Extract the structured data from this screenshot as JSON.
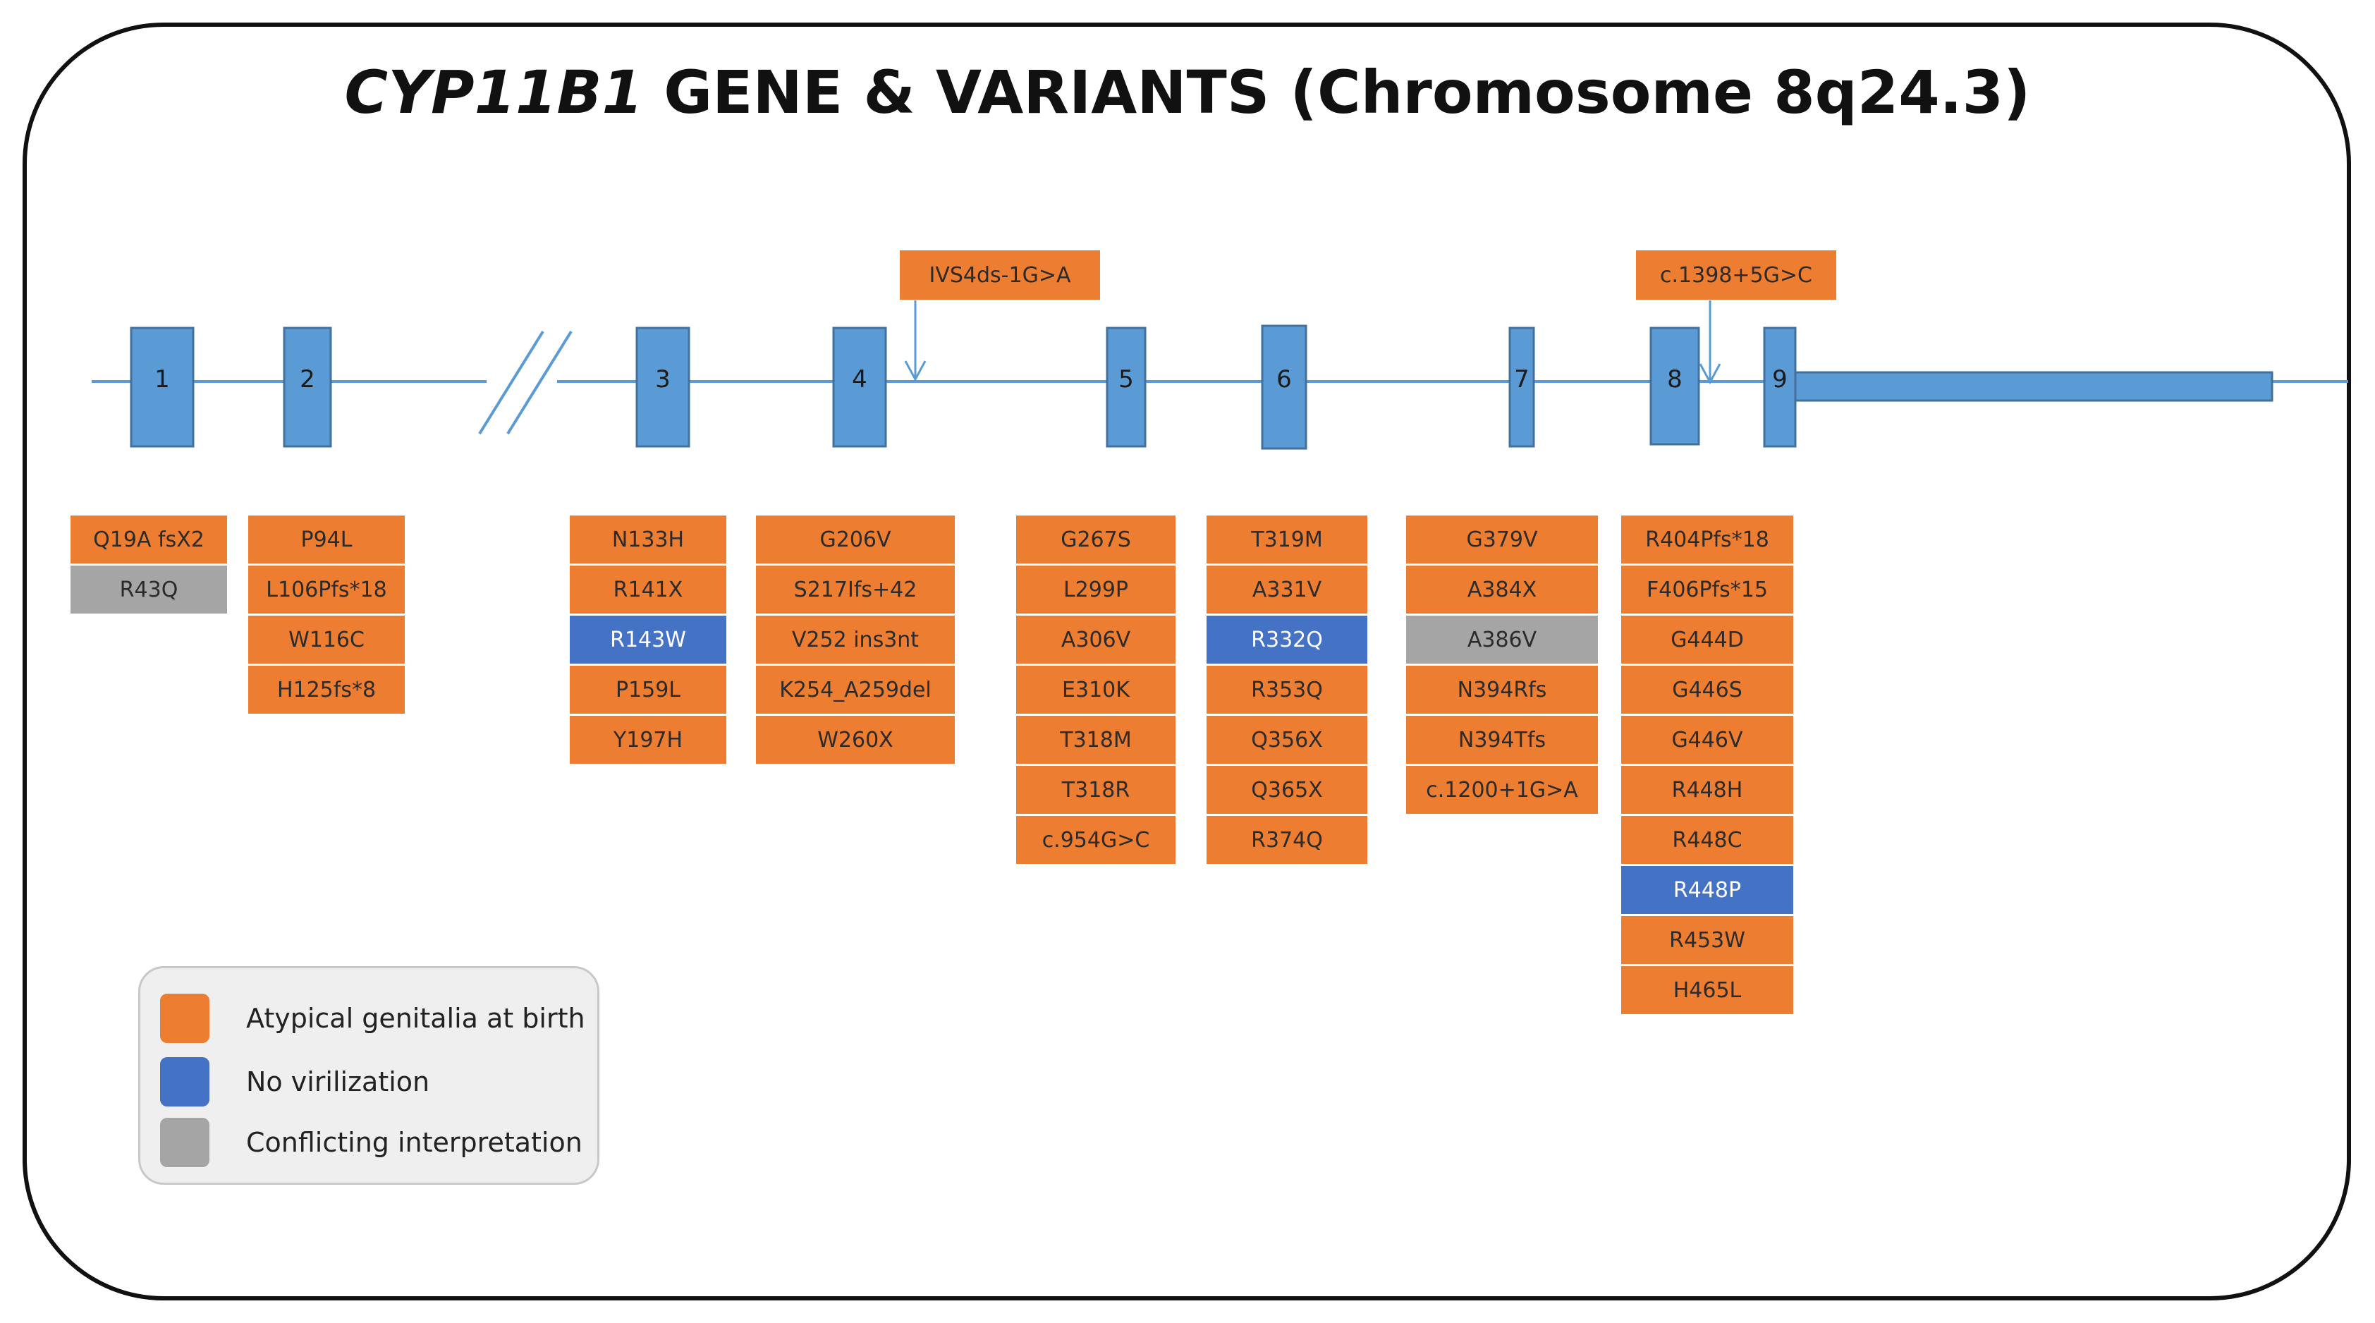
{
  "title": {
    "gene": "CYP11B1",
    "rest": " GENE & VARIANTS (Chromosome 8q24.3)"
  },
  "colors": {
    "orange": "#ED7D31",
    "blue": "#4472C4",
    "gray": "#A5A5A5",
    "exon": "#5B9BD5",
    "line": "#5B9BD5"
  },
  "exons": [
    "1",
    "2",
    "3",
    "4",
    "5",
    "6",
    "7",
    "8",
    "9"
  ],
  "introns": {
    "ivs4": "IVS4ds-1G>A",
    "c1398": "c.1398+5G>C"
  },
  "columns": [
    {
      "exon": "1",
      "variants": [
        {
          "label": "Q19A fsX2",
          "cls": "orange"
        },
        {
          "label": "R43Q",
          "cls": "gray"
        }
      ]
    },
    {
      "exon": "2",
      "variants": [
        {
          "label": "P94L",
          "cls": "orange"
        },
        {
          "label": "L106Pfs*18",
          "cls": "orange"
        },
        {
          "label": "W116C",
          "cls": "orange"
        },
        {
          "label": "H125fs*8",
          "cls": "orange"
        }
      ]
    },
    {
      "exon": "3",
      "variants": [
        {
          "label": "N133H",
          "cls": "orange"
        },
        {
          "label": "R141X",
          "cls": "orange"
        },
        {
          "label": "R143W",
          "cls": "blue"
        },
        {
          "label": "P159L",
          "cls": "orange"
        },
        {
          "label": "Y197H",
          "cls": "orange"
        }
      ]
    },
    {
      "exon": "4",
      "variants": [
        {
          "label": "G206V",
          "cls": "orange"
        },
        {
          "label": "S217Ifs+42",
          "cls": "orange"
        },
        {
          "label": "V252 ins3nt",
          "cls": "orange"
        },
        {
          "label": "K254_A259del",
          "cls": "orange"
        },
        {
          "label": "W260X",
          "cls": "orange"
        }
      ]
    },
    {
      "exon": "5",
      "variants": [
        {
          "label": "G267S",
          "cls": "orange"
        },
        {
          "label": "L299P",
          "cls": "orange"
        },
        {
          "label": "A306V",
          "cls": "orange"
        },
        {
          "label": "E310K",
          "cls": "orange"
        },
        {
          "label": "T318M",
          "cls": "orange"
        },
        {
          "label": "T318R",
          "cls": "orange"
        },
        {
          "label": "c.954G>C",
          "cls": "orange"
        }
      ]
    },
    {
      "exon": "6",
      "variants": [
        {
          "label": "T319M",
          "cls": "orange"
        },
        {
          "label": "A331V",
          "cls": "orange"
        },
        {
          "label": "R332Q",
          "cls": "blue"
        },
        {
          "label": "R353Q",
          "cls": "orange"
        },
        {
          "label": "Q356X",
          "cls": "orange"
        },
        {
          "label": "Q365X",
          "cls": "orange"
        },
        {
          "label": "R374Q",
          "cls": "orange"
        }
      ]
    },
    {
      "exon": "7",
      "variants": [
        {
          "label": "G379V",
          "cls": "orange"
        },
        {
          "label": "A384X",
          "cls": "orange"
        },
        {
          "label": "A386V",
          "cls": "gray"
        },
        {
          "label": "N394Rfs",
          "cls": "orange"
        },
        {
          "label": "N394Tfs",
          "cls": "orange"
        },
        {
          "label": "c.1200+1G>A",
          "cls": "orange"
        }
      ]
    },
    {
      "exon": "8",
      "variants": [
        {
          "label": "R404Pfs*18",
          "cls": "orange"
        },
        {
          "label": "F406Pfs*15",
          "cls": "orange"
        },
        {
          "label": "G444D",
          "cls": "orange"
        },
        {
          "label": "G446S",
          "cls": "orange"
        },
        {
          "label": "G446V",
          "cls": "orange"
        },
        {
          "label": "R448H",
          "cls": "orange"
        },
        {
          "label": "R448C",
          "cls": "orange"
        },
        {
          "label": "R448P",
          "cls": "blue"
        },
        {
          "label": "R453W",
          "cls": "orange"
        },
        {
          "label": "H465L",
          "cls": "orange"
        }
      ]
    }
  ],
  "legend": [
    {
      "label": "Atypical genitalia at birth",
      "cls": "orange"
    },
    {
      "label": "No virilization",
      "cls": "blue"
    },
    {
      "label": "Conflicting interpretation",
      "cls": "gray"
    }
  ]
}
